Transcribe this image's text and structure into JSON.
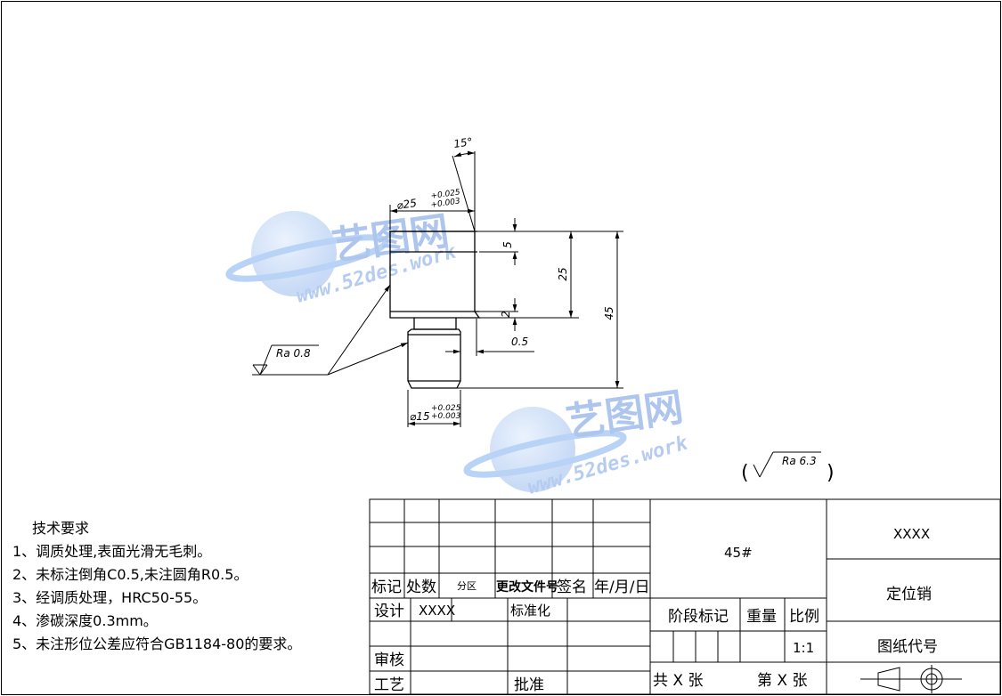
{
  "watermark": {
    "brand": "艺图网",
    "url": "www.52des.work"
  },
  "dimensions": {
    "angle": "15°",
    "dia_large": "⌀25",
    "dia_large_tol_upper": "+0.025",
    "dia_large_tol_lower": "+0.003",
    "dia_small": "⌀15",
    "dia_small_tol_upper": "+0.025",
    "dia_small_tol_lower": "+0.003",
    "len_5": "5",
    "len_25": "25",
    "len_45": "45",
    "len_2": "2",
    "len_0_5": "0.5"
  },
  "surface": {
    "local": "Ra 0.8",
    "general": "Ra 6.3"
  },
  "tech_requirements": {
    "title": "技术要求",
    "items": [
      "1、调质处理,表面光滑无毛刺。",
      "2、未标注倒角C0.5,未注圆角R0.5。",
      "3、经调质处理，HRC50-55。",
      "4、渗碳深度0.3mm。",
      "5、未注形位公差应符合GB1184-80的要求。"
    ]
  },
  "title_block": {
    "revision_headers": {
      "mark": "标记",
      "count": "处数",
      "zone": "分区",
      "doc": "更改文件号",
      "sign": "签名",
      "date": "年/月/日"
    },
    "design": "设计",
    "designer": "XXXX",
    "standardize": "标准化",
    "review": "审核",
    "process": "工艺",
    "approve": "批准",
    "material": "45#",
    "stage_mark": "阶段标记",
    "weight": "重量",
    "scale_label": "比例",
    "scale": "1:1",
    "sheets_total": "共 X 张",
    "sheet_no": "第 X 张",
    "company": "XXXX",
    "part_name": "定位销",
    "drawing_no": "图纸代号"
  }
}
